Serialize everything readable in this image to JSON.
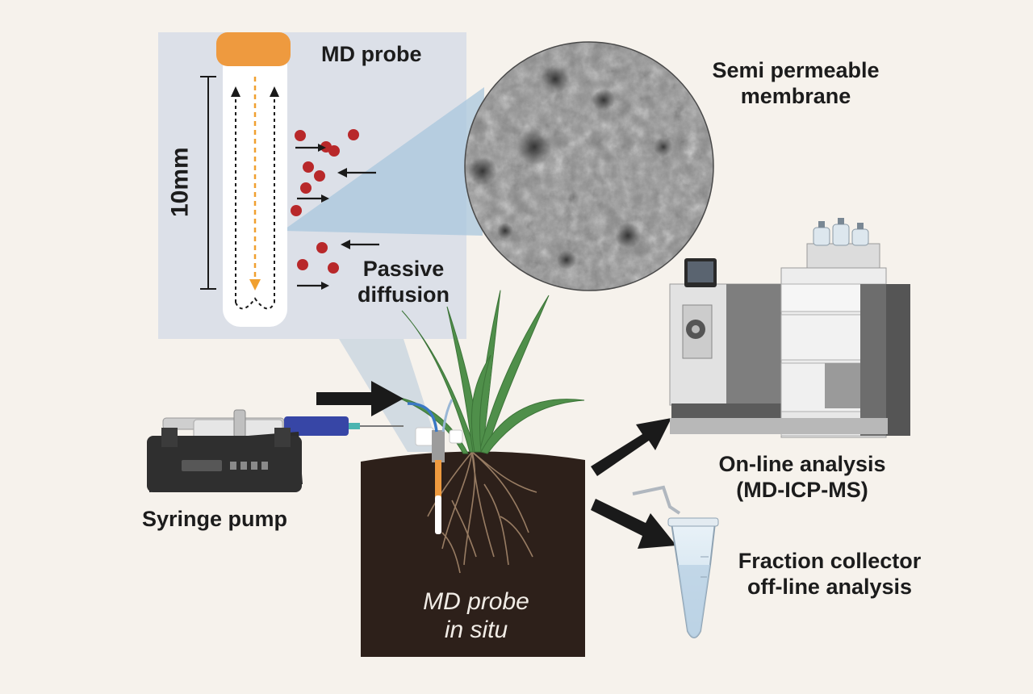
{
  "labels": {
    "md_probe": "MD probe",
    "semi_permeable": [
      "Semi permeable",
      "membrane"
    ],
    "scale": "10mm",
    "passive_diffusion": [
      "Passive",
      "diffusion"
    ],
    "syringe_pump": "Syringe pump",
    "md_probe_in_situ": [
      "MD probe",
      "in situ"
    ],
    "online_analysis": [
      "On-line analysis",
      "(MD-ICP-MS)"
    ],
    "fraction_collector": [
      "Fraction collector",
      "off-line analysis"
    ]
  },
  "colors": {
    "background": "#f6f2ec",
    "inset_panel": "#dce0e8",
    "probe_tip": "#ee9a3f",
    "particle": "#b8282a",
    "soil": "#2d201a",
    "leaf": "#4f8f4a",
    "arrow": "#1a1a1a",
    "syringe_plunger": "#3746a6"
  }
}
